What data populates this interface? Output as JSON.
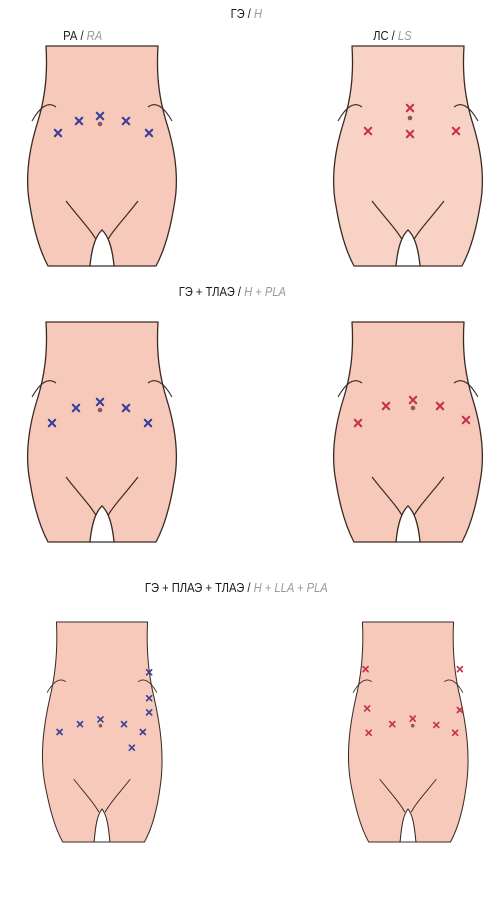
{
  "headers": {
    "row1_left": {
      "main": "РА",
      "sep": " / ",
      "alt": "RA"
    },
    "row1_mid": {
      "main": "ГЭ",
      "sep": " / ",
      "alt": "H"
    },
    "row1_right": {
      "main": "ЛС",
      "sep": " / ",
      "alt": "LS"
    },
    "row2": {
      "main": "ГЭ + ТЛАЭ",
      "sep": " / ",
      "alt": "H + PLA"
    },
    "row3": {
      "main": "ГЭ + ПЛАЭ + ТЛАЭ",
      "sep": " / ",
      "alt": "H + LLA + PLA"
    }
  },
  "colors": {
    "skin": "#f6c9ba",
    "skin_light": "#f8d2c4",
    "outline": "#3a2a25",
    "port_blue": "#3a3f9a",
    "port_red": "#c8304f",
    "navel": "#8a5a58"
  },
  "figures": [
    {
      "row": 1,
      "side": "left",
      "marker_color": "blue"
    },
    {
      "row": 1,
      "side": "right",
      "marker_color": "red"
    },
    {
      "row": 2,
      "side": "left",
      "marker_color": "blue"
    },
    {
      "row": 2,
      "side": "right",
      "marker_color": "red"
    },
    {
      "row": 3,
      "side": "left",
      "marker_color": "blue"
    },
    {
      "row": 3,
      "side": "right",
      "marker_color": "red"
    }
  ]
}
